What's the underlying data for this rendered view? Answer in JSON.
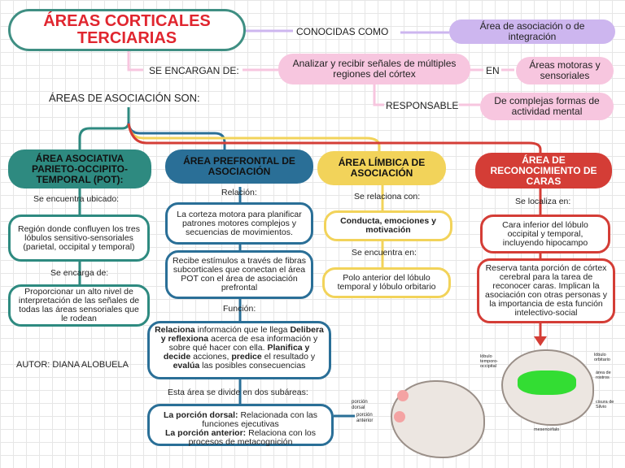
{
  "title": "ÁREAS CORTICALES TERCIARIAS",
  "conocidas_label": "CONOCIDAS COMO",
  "conocidas_value": "Área de asociación o de integración",
  "encargan_label": "SE ENCARGAN DE:",
  "encargan_value": "Analizar y recibir señales de múltiples regiones del córtex",
  "en_label": "EN",
  "en_value": "Áreas motoras y sensoriales",
  "responsable_label": "RESPONSABLE",
  "responsable_value": "De complejas formas de actividad mental",
  "areas_son": "ÁREAS DE ASOCIACIÓN SON:",
  "author": "AUTOR: DIANA ALOBUELA",
  "col1": {
    "header": "ÁREA ASOCIATIVA PARIETO-OCCIPITO-TEMPORAL (POT):",
    "l1": "Se encuentra ubicado:",
    "b1": "Región donde confluyen los tres lóbulos sensitivo-sensoriales (parietal, occipital y temporal)",
    "l2": "Se encarga de:",
    "b2": "Proporcionar un alto nivel de interpretación de las señales de todas las áreas sensoriales que le rodean"
  },
  "col2": {
    "header": "ÁREA PREFRONTAL DE ASOCIACIÓN",
    "l1": "Relación:",
    "b1": "La corteza motora para planificar patrones motores complejos y secuencias de movimientos.",
    "b2": "Recibe estímulos a través de fibras subcorticales que conectan el área POT con el área de asociación prefrontal",
    "l2": "Función:",
    "f_b1": "Relaciona",
    "f_t1": " información que le llega ",
    "f_b2": "Delibera y reflexiona",
    "f_t2": " acerca de esa información y sobre qué hacer con ella. ",
    "f_b3": "Planifica y decide",
    "f_t3": " acciones, ",
    "f_b4": "predice",
    "f_t4": " el resultado y ",
    "f_b5": "evalúa",
    "f_t5": " las posibles consecuencias",
    "l3": "Esta área se divide en dos subáreas:",
    "s_b1": "La porción dorsal:",
    "s_t1": " Relacionada con las funciones ejecutivas",
    "s_b2": "La porción anterior:",
    "s_t2": " Relaciona con los procesos de metacognición"
  },
  "col3": {
    "header": "ÁREA LÍMBICA DE ASOCIACIÓN",
    "l1": "Se relaciona con:",
    "b1": "Conducta, emociones y motivación",
    "l2": "Se encuentra en:",
    "b2": "Polo anterior del lóbulo temporal y lóbulo orbitario"
  },
  "col4": {
    "header": "ÁREA DE RECONOCIMIENTO DE CARAS",
    "l1": "Se localiza en:",
    "b1": "Cara inferior del lóbulo occipital y temporal, incluyendo hipocampo",
    "b2": "Reserva tanta porción de córtex cerebral para la tarea de reconocer caras. Implican la asociación con otras personas y la importancia de esta función intelectivo-social"
  },
  "brain1_labels": [
    "porción dorsal",
    "porción anterior"
  ],
  "brain2_labels": [
    "lóbulo temporo-occipital",
    "lóbulo orbitario",
    "área de rostros",
    "cisura de Silvio",
    "mesencéfalo"
  ],
  "colors": {
    "teal": "#2e8a80",
    "blue": "#2a6f97",
    "yellow": "#f2d35a",
    "red": "#d43d36",
    "pink": "#f7c6df",
    "purple": "#cdb6ef",
    "title_red": "#e0262f",
    "highlight_green": "#33dd33"
  }
}
